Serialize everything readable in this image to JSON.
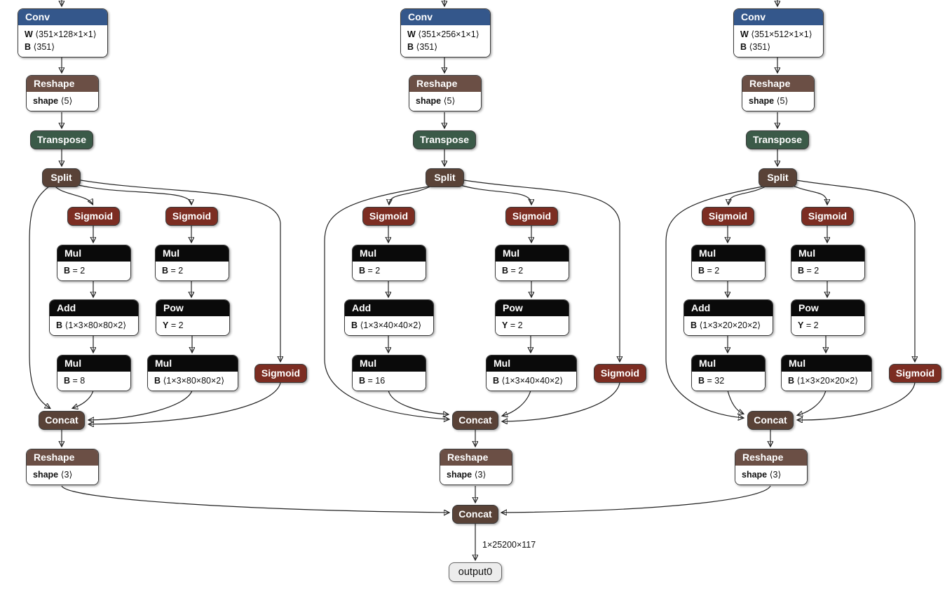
{
  "colors": {
    "conv": "#34578b",
    "reshape": "#6b4f45",
    "transpose": "#3b5a48",
    "split": "#594237",
    "sigmoid": "#7c2d22",
    "op": "#0a0a0a",
    "concat": "#594237",
    "output_bg": "#ececec",
    "edge": "#222222"
  },
  "branches": [
    {
      "conv": {
        "label": "Conv",
        "params": [
          {
            "name": "W",
            "value": "⟨351×128×1×1⟩"
          },
          {
            "name": "B",
            "value": "⟨351⟩"
          }
        ]
      },
      "reshape_in": {
        "label": "Reshape",
        "params": [
          {
            "name": "shape",
            "value": "⟨5⟩"
          }
        ]
      },
      "transpose": {
        "label": "Transpose"
      },
      "split": {
        "label": "Split"
      },
      "sigmoid_xy": {
        "label": "Sigmoid"
      },
      "sigmoid_wh": {
        "label": "Sigmoid"
      },
      "sigmoid_conf": {
        "label": "Sigmoid"
      },
      "mul_xy": {
        "label": "Mul",
        "params": [
          {
            "name": "B",
            "value": "= 2"
          }
        ]
      },
      "mul_wh": {
        "label": "Mul",
        "params": [
          {
            "name": "B",
            "value": "= 2"
          }
        ]
      },
      "add_grid": {
        "label": "Add",
        "params": [
          {
            "name": "B",
            "value": "⟨1×3×80×80×2⟩"
          }
        ]
      },
      "pow": {
        "label": "Pow",
        "params": [
          {
            "name": "Y",
            "value": "= 2"
          }
        ]
      },
      "mul_stride": {
        "label": "Mul",
        "params": [
          {
            "name": "B",
            "value": "= 8"
          }
        ]
      },
      "mul_anchor": {
        "label": "Mul",
        "params": [
          {
            "name": "B",
            "value": "⟨1×3×80×80×2⟩"
          }
        ]
      },
      "concat": {
        "label": "Concat"
      },
      "reshape_out": {
        "label": "Reshape",
        "params": [
          {
            "name": "shape",
            "value": "⟨3⟩"
          }
        ]
      }
    },
    {
      "conv": {
        "label": "Conv",
        "params": [
          {
            "name": "W",
            "value": "⟨351×256×1×1⟩"
          },
          {
            "name": "B",
            "value": "⟨351⟩"
          }
        ]
      },
      "reshape_in": {
        "label": "Reshape",
        "params": [
          {
            "name": "shape",
            "value": "⟨5⟩"
          }
        ]
      },
      "transpose": {
        "label": "Transpose"
      },
      "split": {
        "label": "Split"
      },
      "sigmoid_xy": {
        "label": "Sigmoid"
      },
      "sigmoid_wh": {
        "label": "Sigmoid"
      },
      "sigmoid_conf": {
        "label": "Sigmoid"
      },
      "mul_xy": {
        "label": "Mul",
        "params": [
          {
            "name": "B",
            "value": "= 2"
          }
        ]
      },
      "mul_wh": {
        "label": "Mul",
        "params": [
          {
            "name": "B",
            "value": "= 2"
          }
        ]
      },
      "add_grid": {
        "label": "Add",
        "params": [
          {
            "name": "B",
            "value": "⟨1×3×40×40×2⟩"
          }
        ]
      },
      "pow": {
        "label": "Pow",
        "params": [
          {
            "name": "Y",
            "value": "= 2"
          }
        ]
      },
      "mul_stride": {
        "label": "Mul",
        "params": [
          {
            "name": "B",
            "value": "= 16"
          }
        ]
      },
      "mul_anchor": {
        "label": "Mul",
        "params": [
          {
            "name": "B",
            "value": "⟨1×3×40×40×2⟩"
          }
        ]
      },
      "concat": {
        "label": "Concat"
      },
      "reshape_out": {
        "label": "Reshape",
        "params": [
          {
            "name": "shape",
            "value": "⟨3⟩"
          }
        ]
      }
    },
    {
      "conv": {
        "label": "Conv",
        "params": [
          {
            "name": "W",
            "value": "⟨351×512×1×1⟩"
          },
          {
            "name": "B",
            "value": "⟨351⟩"
          }
        ]
      },
      "reshape_in": {
        "label": "Reshape",
        "params": [
          {
            "name": "shape",
            "value": "⟨5⟩"
          }
        ]
      },
      "transpose": {
        "label": "Transpose"
      },
      "split": {
        "label": "Split"
      },
      "sigmoid_xy": {
        "label": "Sigmoid"
      },
      "sigmoid_wh": {
        "label": "Sigmoid"
      },
      "sigmoid_conf": {
        "label": "Sigmoid"
      },
      "mul_xy": {
        "label": "Mul",
        "params": [
          {
            "name": "B",
            "value": "= 2"
          }
        ]
      },
      "mul_wh": {
        "label": "Mul",
        "params": [
          {
            "name": "B",
            "value": "= 2"
          }
        ]
      },
      "add_grid": {
        "label": "Add",
        "params": [
          {
            "name": "B",
            "value": "⟨1×3×20×20×2⟩"
          }
        ]
      },
      "pow": {
        "label": "Pow",
        "params": [
          {
            "name": "Y",
            "value": "= 2"
          }
        ]
      },
      "mul_stride": {
        "label": "Mul",
        "params": [
          {
            "name": "B",
            "value": "= 32"
          }
        ]
      },
      "mul_anchor": {
        "label": "Mul",
        "params": [
          {
            "name": "B",
            "value": "⟨1×3×20×20×2⟩"
          }
        ]
      },
      "concat": {
        "label": "Concat"
      },
      "reshape_out": {
        "label": "Reshape",
        "params": [
          {
            "name": "shape",
            "value": "⟨3⟩"
          }
        ]
      }
    }
  ],
  "merge": {
    "concat": {
      "label": "Concat"
    },
    "output_edge_label": "1×25200×117",
    "output": {
      "label": "output0"
    }
  }
}
